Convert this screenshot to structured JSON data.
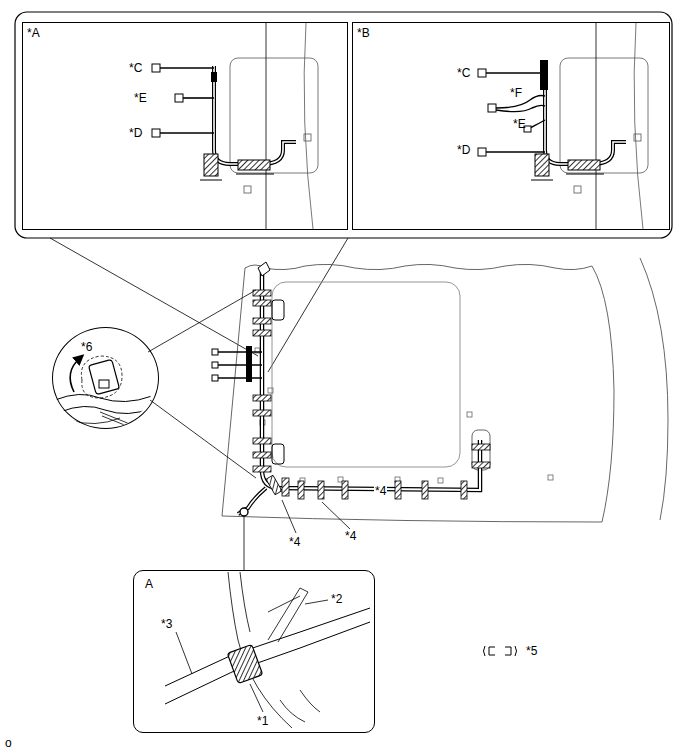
{
  "diagram": {
    "nodes": [
      {
        "text": [
          "*A"
        ]
      },
      {
        "text": [
          "*B"
        ]
      },
      {
        "text": [
          "*6"
        ]
      },
      {
        "text": [
          "A"
        ]
      }
    ],
    "labels": [
      "*C",
      "*E",
      "*D",
      "*C",
      "*F",
      "*E",
      "*D",
      "*4",
      "*4",
      "*4",
      "*1",
      "*2",
      "*3",
      "o"
    ],
    "legend": [
      {
        "text": "*5"
      }
    ]
  }
}
